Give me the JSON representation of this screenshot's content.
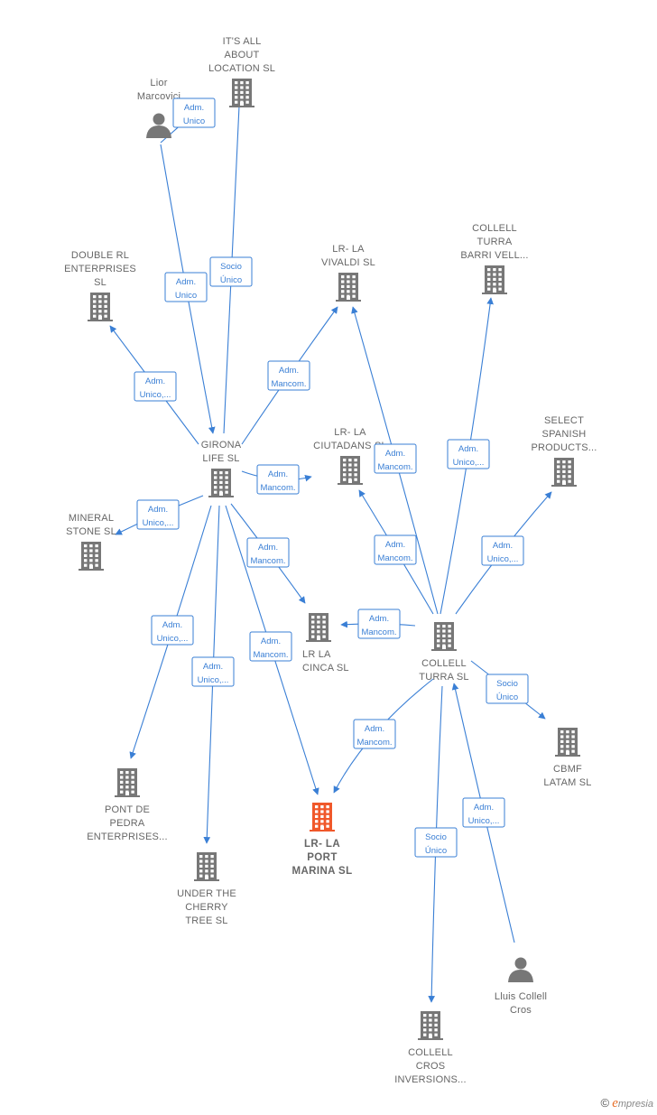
{
  "colors": {
    "edge": "#3a7fd5",
    "node": "#777777",
    "highlight": "#f0582a",
    "label_text": "#666666"
  },
  "nodes": [
    {
      "id": "its_all",
      "type": "company",
      "lines": [
        "IT'S ALL",
        "ABOUT",
        "LOCATION  SL"
      ]
    },
    {
      "id": "lior",
      "type": "person",
      "lines": [
        "Lior",
        "Marcovici"
      ]
    },
    {
      "id": "double_rl",
      "type": "company",
      "lines": [
        "DOUBLE RL",
        "ENTERPRISES",
        "SL"
      ]
    },
    {
      "id": "vivaldi",
      "type": "company",
      "lines": [
        "LR- LA",
        "VIVALDI  SL"
      ]
    },
    {
      "id": "collell_barri",
      "type": "company",
      "lines": [
        "COLLELL",
        "TURRA",
        "BARRI VELL..."
      ]
    },
    {
      "id": "ciutadans",
      "type": "company",
      "lines": [
        "LR- LA",
        "CIUTADANS  SL"
      ]
    },
    {
      "id": "select_spanish",
      "type": "company",
      "lines": [
        "SELECT",
        "SPANISH",
        "PRODUCTS..."
      ]
    },
    {
      "id": "girona",
      "type": "company",
      "lines": [
        "GIRONA",
        "LIFE  SL"
      ]
    },
    {
      "id": "mineral",
      "type": "company",
      "lines": [
        "MINERAL",
        "STONE  SL"
      ]
    },
    {
      "id": "cinca",
      "type": "company",
      "lines": [
        "LR LA",
        "CINCA  SL"
      ]
    },
    {
      "id": "collell_turra",
      "type": "company",
      "lines": [
        "COLLELL",
        "TURRA  SL"
      ]
    },
    {
      "id": "cbmf",
      "type": "company",
      "lines": [
        "CBMF",
        "LATAM  SL"
      ]
    },
    {
      "id": "pont_de_pedra",
      "type": "company",
      "lines": [
        "PONT DE",
        "PEDRA",
        "ENTERPRISES..."
      ]
    },
    {
      "id": "port_marina",
      "type": "company",
      "highlight": true,
      "lines": [
        "LR- LA",
        "PORT",
        "MARINA  SL"
      ]
    },
    {
      "id": "cherry",
      "type": "company",
      "lines": [
        "UNDER THE",
        "CHERRY",
        "TREE  SL"
      ]
    },
    {
      "id": "lluis",
      "type": "person",
      "lines": [
        "Lluis Collell",
        "Cros"
      ]
    },
    {
      "id": "collell_cros",
      "type": "company",
      "lines": [
        "COLLELL",
        "CROS",
        "INVERSIONS..."
      ]
    }
  ],
  "edges": [
    {
      "from": "lior",
      "to": "its_all",
      "label": [
        "Adm.",
        "Unico"
      ]
    },
    {
      "from": "lior",
      "to": "girona",
      "label": [
        "Adm.",
        "Unico"
      ]
    },
    {
      "from": "girona",
      "to": "its_all",
      "label": [
        "Socio",
        "Único"
      ]
    },
    {
      "from": "girona",
      "to": "double_rl",
      "label": [
        "Adm.",
        "Unico,..."
      ]
    },
    {
      "from": "girona",
      "to": "vivaldi",
      "label": [
        "Adm.",
        "Mancom."
      ]
    },
    {
      "from": "girona",
      "to": "ciutadans",
      "label": [
        "Adm.",
        "Mancom."
      ]
    },
    {
      "from": "girona",
      "to": "mineral",
      "label": [
        "Adm.",
        "Unico,..."
      ]
    },
    {
      "from": "girona",
      "to": "cinca",
      "label": [
        "Adm.",
        "Mancom."
      ]
    },
    {
      "from": "girona",
      "to": "pont_de_pedra",
      "label": [
        "Adm.",
        "Unico,..."
      ]
    },
    {
      "from": "girona",
      "to": "cherry",
      "label": [
        "Adm.",
        "Unico,..."
      ]
    },
    {
      "from": "girona",
      "to": "port_marina",
      "label": [
        "Adm.",
        "Mancom."
      ]
    },
    {
      "from": "collell_turra",
      "to": "vivaldi",
      "label": [
        "Adm.",
        "Mancom."
      ]
    },
    {
      "from": "collell_turra",
      "to": "collell_barri",
      "label": [
        "Adm.",
        "Unico,..."
      ]
    },
    {
      "from": "collell_turra",
      "to": "ciutadans",
      "label": [
        "Adm.",
        "Mancom."
      ]
    },
    {
      "from": "collell_turra",
      "to": "select_spanish",
      "label": [
        "Adm.",
        "Unico,..."
      ]
    },
    {
      "from": "collell_turra",
      "to": "cinca",
      "label": [
        "Adm.",
        "Mancom."
      ]
    },
    {
      "from": "collell_turra",
      "to": "cbmf",
      "label": [
        "Socio",
        "Único"
      ]
    },
    {
      "from": "collell_turra",
      "to": "port_marina",
      "label": [
        "Adm.",
        "Mancom."
      ]
    },
    {
      "from": "collell_turra",
      "to": "collell_cros",
      "label": [
        "Socio",
        "Único"
      ]
    },
    {
      "from": "lluis",
      "to": "collell_turra",
      "label": [
        "Adm.",
        "Unico,..."
      ]
    }
  ],
  "brand": {
    "copyright": "©",
    "initial": "e",
    "rest": "mpresia"
  }
}
